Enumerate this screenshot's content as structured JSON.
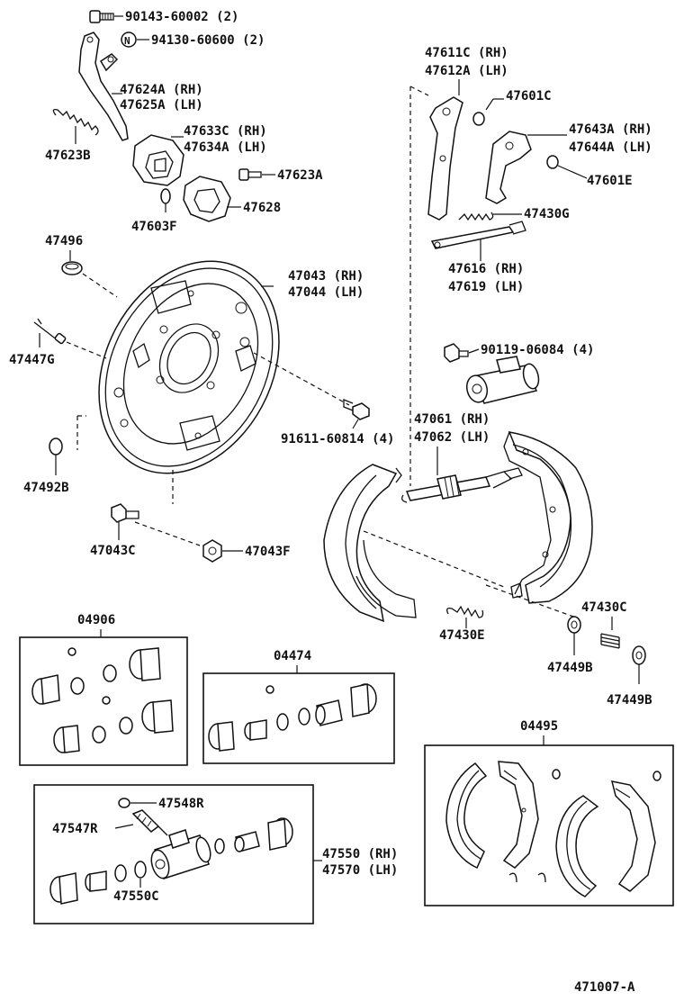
{
  "labels": {
    "l_90143": "90143-60002 (2)",
    "l_94130": "94130-60600 (2)",
    "l_47624a": "47624A (RH)",
    "l_47625a": "47625A (LH)",
    "l_47623b": "47623B",
    "l_47633c": "47633C (RH)",
    "l_47634a": "47634A (LH)",
    "l_47623a": "47623A",
    "l_47603f": "47603F",
    "l_47628": "47628",
    "l_47496": "47496",
    "l_47043": "47043 (RH)",
    "l_47044": "47044 (LH)",
    "l_47447g": "47447G",
    "l_91611": "91611-60814 (4)",
    "l_47492b": "47492B",
    "l_47043c": "47043C",
    "l_47043f": "47043F",
    "l_47611c": "47611C (RH)",
    "l_47612a": "47612A (LH)",
    "l_47601c": "47601C",
    "l_47643a": "47643A (RH)",
    "l_47644a": "47644A (LH)",
    "l_47601e": "47601E",
    "l_47430g": "47430G",
    "l_47616": "47616 (RH)",
    "l_47619": "47619 (LH)",
    "l_90119": "90119-06084 (4)",
    "l_47061": "47061 (RH)",
    "l_47062": "47062 (LH)",
    "l_47430e": "47430E",
    "l_47430c": "47430C",
    "l_47449b_1": "47449B",
    "l_47449b_2": "47449B",
    "l_04906": "04906",
    "l_04474": "04474",
    "l_04495": "04495",
    "l_47548r": "47548R",
    "l_47547r": "47547R",
    "l_47550c": "47550C",
    "l_47550": "47550 (RH)",
    "l_47570": "47570 (LH)",
    "l_ref": "471007-A"
  },
  "icons": {
    "washer_mark": "N"
  }
}
